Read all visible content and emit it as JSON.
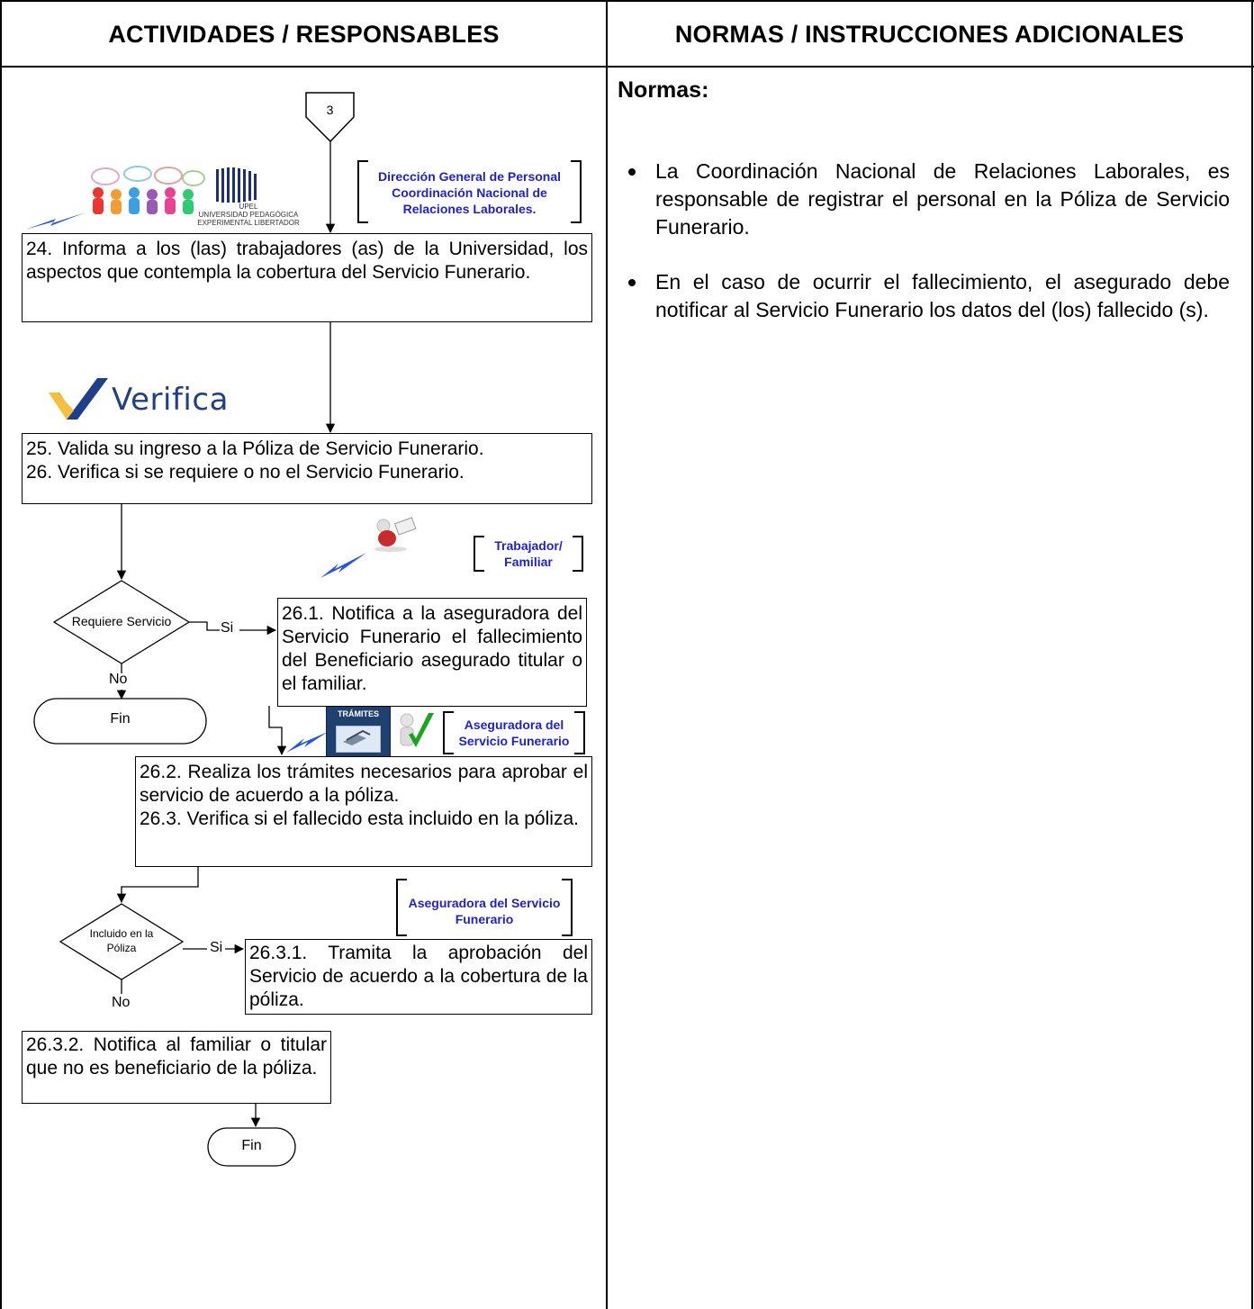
{
  "headers": {
    "left": "ACTIVIDADES / RESPONSABLES",
    "right": "NORMAS / INSTRUCCIONES ADICIONALES"
  },
  "connector": {
    "label": "3"
  },
  "logos": {
    "upel_short": "UPEL",
    "upel_line1": "UNIVERSIDAD PEDAGÓGICA",
    "upel_line2": "EXPERIMENTAL LIBERTADOR",
    "verifica": "Verifica",
    "tramites": "TRÁMITES"
  },
  "responsibles": {
    "r1": [
      "Dirección General de Personal",
      "Coordinación Nacional de",
      "Relaciones Laborales."
    ],
    "r2": [
      "Trabajador/",
      "Familiar"
    ],
    "r3": [
      "Aseguradora del",
      "Servicio Funerario"
    ],
    "r4": [
      "Aseguradora del Servicio",
      "Funerario"
    ]
  },
  "steps": {
    "s24": " 24. Informa a los (las) trabajadores (as) de la Universidad, los aspectos  que contempla la cobertura del Servicio Funerario.",
    "s25_26": [
      "25.  Valida su ingreso a la Póliza de Servicio Funerario.",
      "26.  Verifica si se requiere o no el Servicio Funerario."
    ],
    "s26_1": "26.1. Notifica a la aseguradora del Servicio Funerario el fallecimiento del Beneficiario asegurado titular o el  familiar.",
    "s26_2": "26.2. Realiza los trámites necesarios para aprobar el servicio de acuerdo a la póliza.",
    "s26_3": "26.3. Verifica si el fallecido esta incluido en la póliza.",
    "s26_3_1": "26.3.1.  Tramita la aprobación del Servicio de acuerdo a la cobertura de la póliza.",
    "s26_3_2": "26.3.2. Notifica al familiar o titular que no es beneficiario de la póliza."
  },
  "decisions": {
    "d1": "Requiere Servicio",
    "d2_line1": "Incluido en la",
    "d2_line2": "Póliza",
    "yes": "Si",
    "no": "No"
  },
  "terminals": {
    "end1": "Fin",
    "end2": "Fin"
  },
  "norms": {
    "title": "Normas:",
    "items": [
      "La Coordinación Nacional de Relaciones Laborales, es responsable de registrar el personal en la Póliza de Servicio Funerario.",
      "En el caso de ocurrir el fallecimiento, el asegurado debe notificar al Servicio Funerario los  datos del (los) fallecido (s)."
    ]
  },
  "colors": {
    "responsible_text": "#1f1fd8",
    "verifica_blue": "#1d3f8c",
    "verifica_orange": "#f0a400",
    "check_green": "#19a61d"
  }
}
